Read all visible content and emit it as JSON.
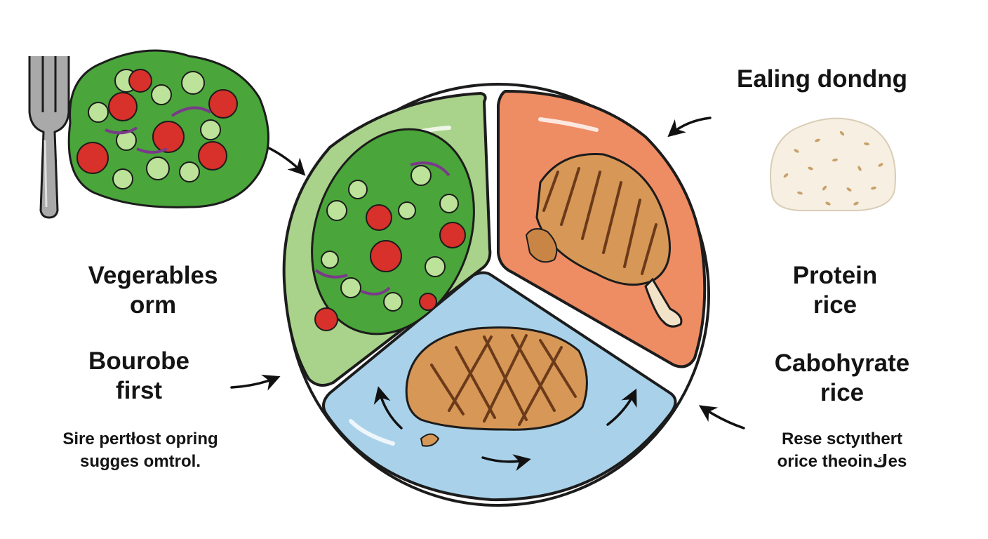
{
  "diagram": {
    "title": "Ealing dondng",
    "labels": {
      "vegetables": {
        "line1": "Vegerables",
        "line2": "orm"
      },
      "first": {
        "line1": "Bourobe",
        "line2": "first"
      },
      "note_left": {
        "line1": "Sire pertłost opring",
        "line2": "sugges omtrol."
      },
      "protein": {
        "line1": "Protein",
        "line2": "rice"
      },
      "carbohydrate": {
        "line1": "Cabohyrate",
        "line2": "rice"
      },
      "note_right": {
        "line1": "Rese sctyıthert",
        "line2": "orice theoinكes"
      }
    },
    "colors": {
      "vegetable_section": "#a9d38a",
      "protein_section": "#ee8c63",
      "carb_section": "#a9d2ea",
      "outline": "#1c1c1c",
      "lettuce": "#4aa53a",
      "tomato": "#d8302a",
      "cucumber": "#bde39a",
      "onion": "#7a3a8a",
      "meat": "#d79756",
      "grill_mark": "#6b3a1a",
      "rice": "#f6efe2"
    },
    "icons": [
      "fork-icon",
      "salad-icon",
      "rice-mound-icon",
      "chicken-leg-icon",
      "steak-icon"
    ]
  }
}
